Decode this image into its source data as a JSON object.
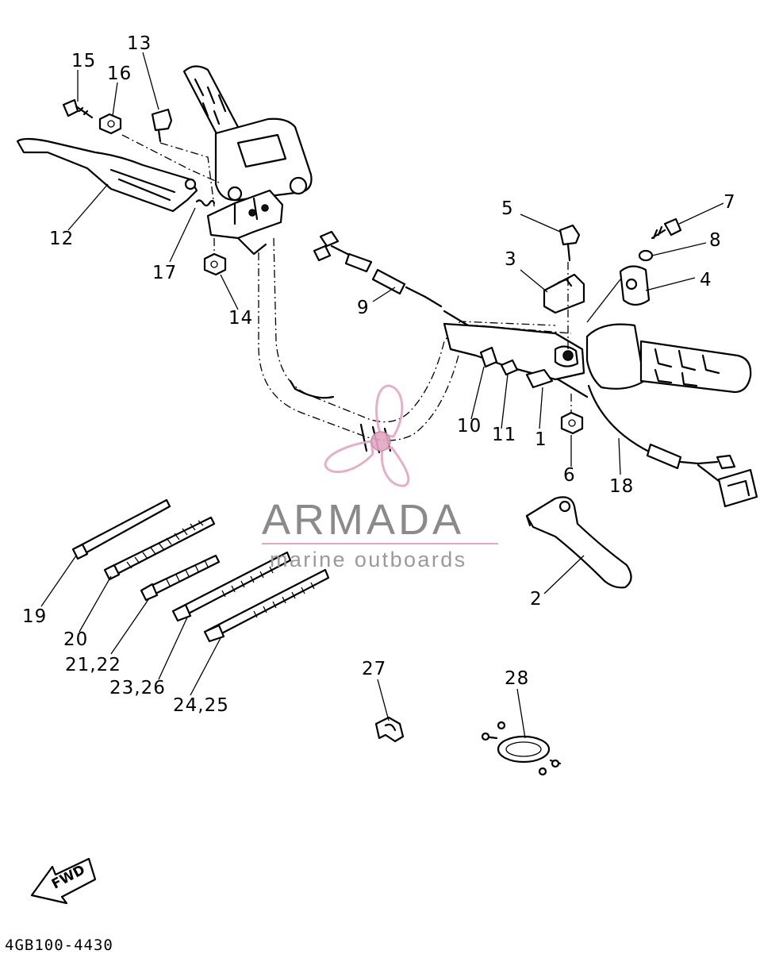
{
  "callouts": [
    {
      "id": "15",
      "text": "15"
    },
    {
      "id": "16",
      "text": "16"
    },
    {
      "id": "13",
      "text": "13"
    },
    {
      "id": "12",
      "text": "12"
    },
    {
      "id": "17",
      "text": "17"
    },
    {
      "id": "14",
      "text": "14"
    },
    {
      "id": "9",
      "text": "9"
    },
    {
      "id": "5",
      "text": "5"
    },
    {
      "id": "3",
      "text": "3"
    },
    {
      "id": "7",
      "text": "7"
    },
    {
      "id": "8",
      "text": "8"
    },
    {
      "id": "4",
      "text": "4"
    },
    {
      "id": "10",
      "text": "10"
    },
    {
      "id": "11",
      "text": "11"
    },
    {
      "id": "1",
      "text": "1"
    },
    {
      "id": "6",
      "text": "6"
    },
    {
      "id": "18",
      "text": "18"
    },
    {
      "id": "2",
      "text": "2"
    },
    {
      "id": "19",
      "text": "19"
    },
    {
      "id": "20",
      "text": "20"
    },
    {
      "id": "21_22",
      "text": "21,22"
    },
    {
      "id": "23_26",
      "text": "23,26"
    },
    {
      "id": "24_25",
      "text": "24,25"
    },
    {
      "id": "27",
      "text": "27"
    },
    {
      "id": "28",
      "text": "28"
    }
  ],
  "watermark": {
    "name": "ARMADA",
    "tagline": "marine outboards",
    "logo_color": "#e3a6c4",
    "text_color": "#8a8a8a"
  },
  "direction_indicator": {
    "label": "FWD",
    "icon": "forward-arrow-icon"
  },
  "diagram_code": "4GB100-4430"
}
